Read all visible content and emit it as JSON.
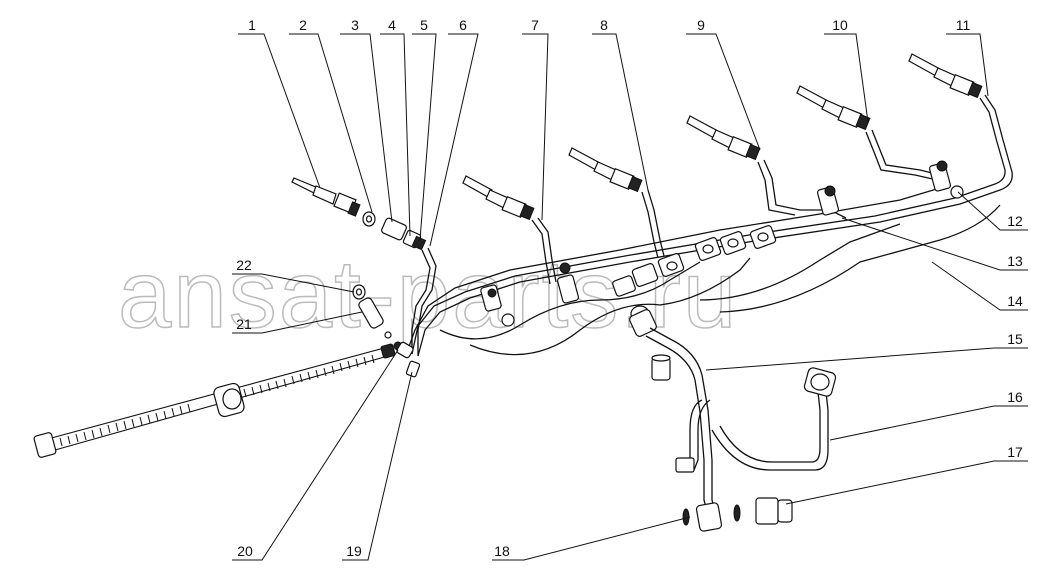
{
  "watermark": "ansat-parts.ru",
  "callouts": [
    "1",
    "2",
    "3",
    "4",
    "5",
    "6",
    "7",
    "8",
    "9",
    "10",
    "11",
    "12",
    "13",
    "14",
    "15",
    "16",
    "17",
    "18",
    "19",
    "20",
    "21",
    "22"
  ],
  "colors": {
    "ink": "#111111",
    "watermark": "#bbbbbb",
    "background": "#ffffff"
  }
}
